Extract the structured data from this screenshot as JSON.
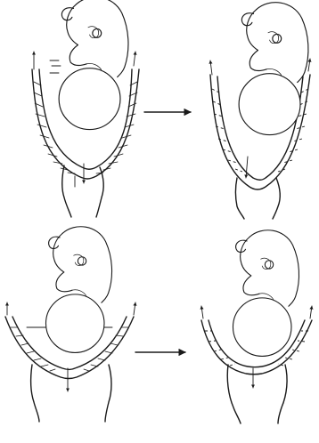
{
  "figure": {
    "panels": [
      {
        "id": "top-left",
        "state": "before"
      },
      {
        "id": "top-right",
        "state": "after"
      },
      {
        "id": "bottom-left",
        "state": "before"
      },
      {
        "id": "bottom-right",
        "state": "after"
      }
    ],
    "transitions": [
      {
        "from": "top-left",
        "to": "top-right",
        "icon": "right-arrow-icon"
      },
      {
        "from": "bottom-left",
        "to": "bottom-right",
        "icon": "right-arrow-icon"
      }
    ]
  }
}
